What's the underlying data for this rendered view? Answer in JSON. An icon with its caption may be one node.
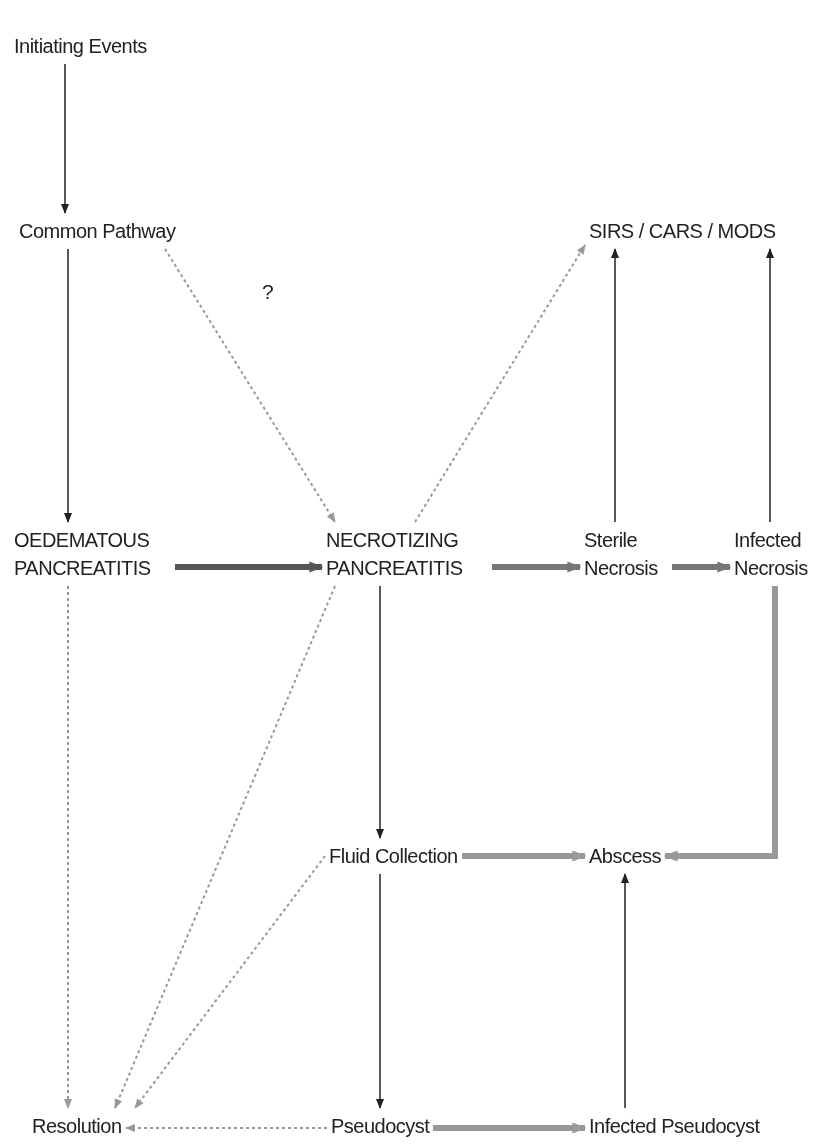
{
  "diagram": {
    "nodes": [
      {
        "text": [
          "Initiating Events"
        ]
      },
      {
        "text": [
          "Common Pathway"
        ]
      },
      {
        "text": [
          "SIRS  / CARS / MODS"
        ]
      },
      {
        "text": [
          "OEDEMATOUS PANCREATITIS"
        ]
      },
      {
        "text": [
          "NECROTIZING PANCREATITIS"
        ]
      },
      {
        "text": [
          "Sterile Necrosis"
        ]
      },
      {
        "text": [
          "Infected Necrosis"
        ]
      },
      {
        "text": [
          "Fluid Collection"
        ]
      },
      {
        "text": [
          "Abscess"
        ]
      },
      {
        "text": [
          "Resolution"
        ]
      },
      {
        "text": [
          "Pseudocyst"
        ]
      },
      {
        "text": [
          "Infected Pseudocyst"
        ]
      }
    ],
    "edges": [
      {
        "from": 0,
        "to": 1,
        "arrow": "to",
        "color": "#222222"
      },
      {
        "from": 1,
        "to": 3,
        "arrow": "to",
        "color": "#222222"
      },
      {
        "from": 1,
        "to": 4,
        "arrow": "to",
        "label": "?",
        "style": "dashed",
        "color": "#999999"
      },
      {
        "from": 4,
        "to": 2,
        "arrow": "to",
        "style": "dashed",
        "color": "#999999"
      },
      {
        "from": 3,
        "to": 4,
        "arrow": "to",
        "style": "thick",
        "color": "#555555"
      },
      {
        "from": 4,
        "to": 5,
        "arrow": "to",
        "style": "thick",
        "color": "#777777"
      },
      {
        "from": 5,
        "to": 6,
        "arrow": "to",
        "style": "thick",
        "color": "#777777"
      },
      {
        "from": 5,
        "to": 2,
        "arrow": "to",
        "color": "#222222"
      },
      {
        "from": 6,
        "to": 2,
        "arrow": "to",
        "color": "#222222"
      },
      {
        "from": 4,
        "to": 7,
        "arrow": "to",
        "color": "#222222"
      },
      {
        "from": 6,
        "to": 8,
        "arrow": "to",
        "style": "thick",
        "color": "#999999"
      },
      {
        "from": 7,
        "to": 8,
        "arrow": "to",
        "style": "thick",
        "color": "#999999"
      },
      {
        "from": 3,
        "to": 9,
        "arrow": "to",
        "style": "dashed",
        "color": "#999999"
      },
      {
        "from": 4,
        "to": 9,
        "arrow": "to",
        "style": "dashed",
        "color": "#999999"
      },
      {
        "from": 7,
        "to": 9,
        "arrow": "to",
        "style": "dashed",
        "color": "#999999"
      },
      {
        "from": 7,
        "to": 10,
        "arrow": "to",
        "color": "#222222"
      },
      {
        "from": 10,
        "to": 9,
        "arrow": "to",
        "style": "dashed",
        "color": "#999999"
      },
      {
        "from": 10,
        "to": 11,
        "arrow": "to",
        "style": "thick",
        "color": "#999999"
      },
      {
        "from": 11,
        "to": 8,
        "arrow": "to",
        "color": "#222222"
      }
    ]
  }
}
